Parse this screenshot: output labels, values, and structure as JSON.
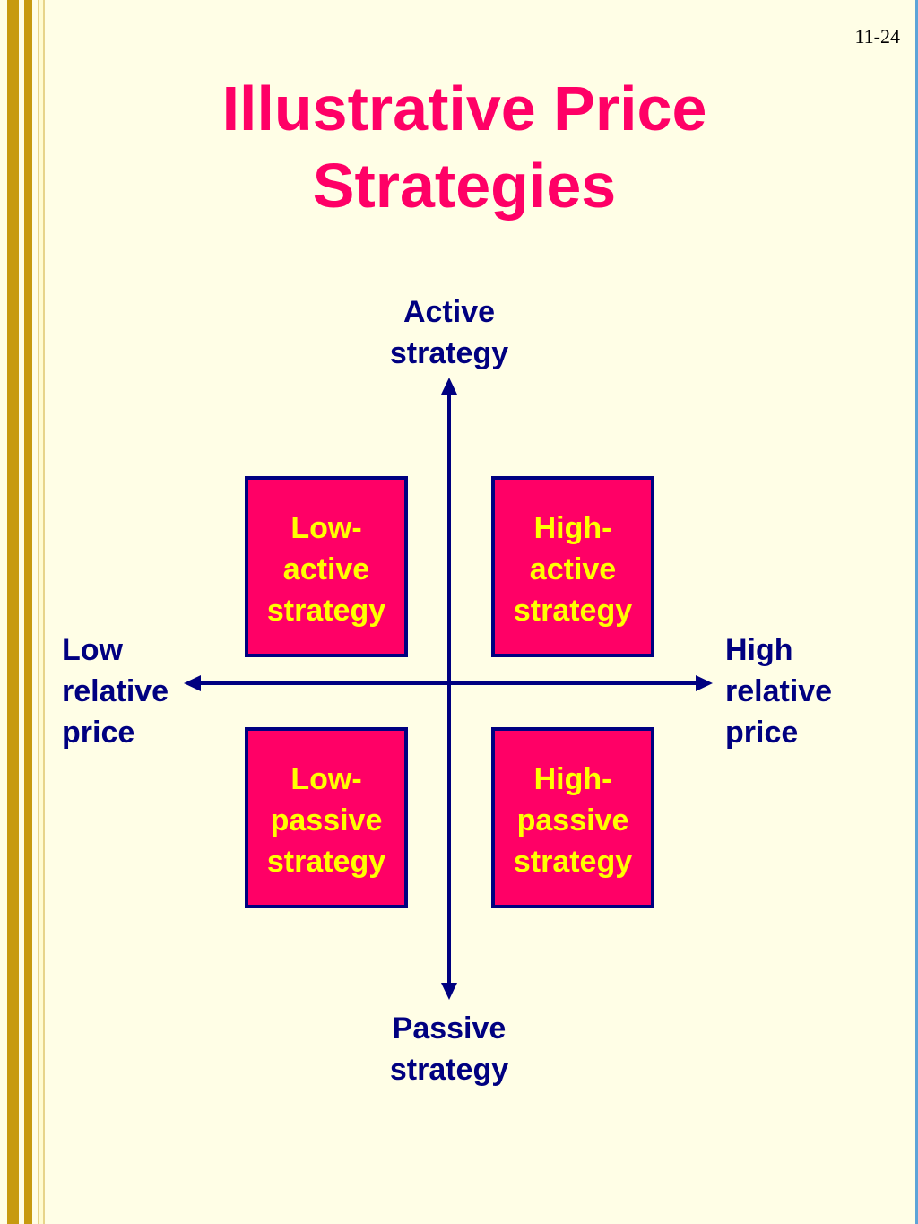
{
  "slide": {
    "number": "11-24",
    "title_lines": [
      "Illustrative Price",
      "Strategies"
    ]
  },
  "axes": {
    "vertical_top_lines": [
      "Active",
      "strategy"
    ],
    "vertical_bottom_lines": [
      "Passive",
      "strategy"
    ],
    "horizontal_left_lines": [
      "Low",
      "relative",
      "price"
    ],
    "horizontal_right_lines": [
      "High",
      "relative",
      "price"
    ]
  },
  "quadrants": {
    "low_active_lines": [
      "Low-",
      "active",
      "strategy"
    ],
    "high_active_lines": [
      "High-",
      "active",
      "strategy"
    ],
    "low_passive_lines": [
      "Low-",
      "passive",
      "strategy"
    ],
    "high_passive_lines": [
      "High-",
      "passive",
      "strategy"
    ]
  },
  "colors": {
    "background": "#FFFEE6",
    "title": "#FF0066",
    "axis": "#000080",
    "quadrant_fill": "#FF0066",
    "quadrant_text": "#FFFF00",
    "edge_bars": "#C79A10"
  }
}
